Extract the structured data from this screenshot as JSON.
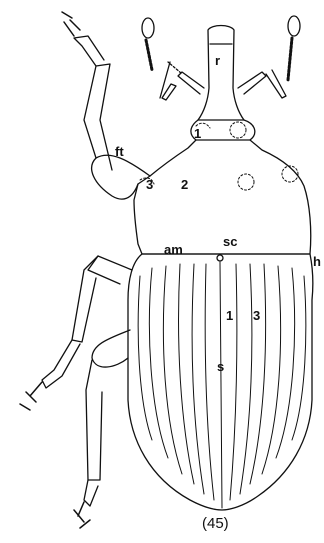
{
  "figure": {
    "caption": "(45)",
    "labels": {
      "rostrum": "r",
      "scape": "ft",
      "pronotum_1": "1",
      "pronotum_2": "2",
      "pronotum_3": "3",
      "scutellum": "sc",
      "anterior_margin": "am",
      "humerus": "h",
      "elytron_interval_1": "1",
      "elytron_interval_3": "3",
      "suture": "s"
    }
  }
}
